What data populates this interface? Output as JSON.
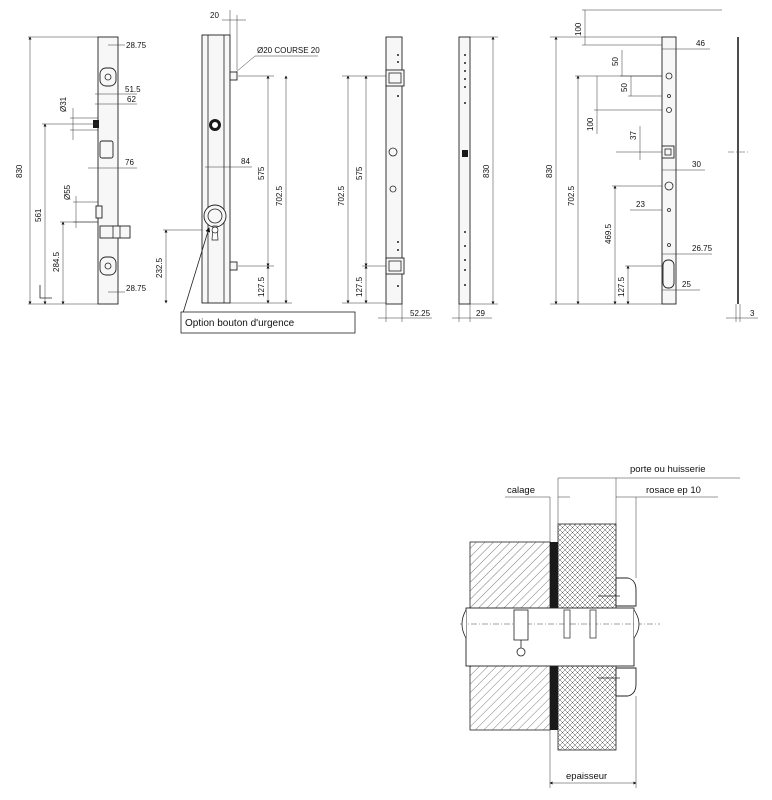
{
  "view1": {
    "height": "830",
    "d_2875_top": "28.75",
    "d_515": "51.5",
    "d_62": "62",
    "d_31": "Ø31",
    "d_76": "76",
    "d_55": "Ø55",
    "d_561": "561",
    "d_2845": "284.5",
    "d_2875_bot": "28.75"
  },
  "view2": {
    "d_20": "20",
    "d_course": "Ø20 COURSE 20",
    "d_84": "84",
    "d_575": "575",
    "d_7025": "702.5",
    "d_2325": "232.5",
    "d_1275": "127.5"
  },
  "view3": {
    "d_7025": "702.5",
    "d_575": "575",
    "d_1275": "127.5",
    "d_5225": "52.25"
  },
  "view4": {
    "d_830": "830",
    "d_29": "29"
  },
  "view5": {
    "d_830": "830",
    "d_100_top": "100",
    "d_46": "46",
    "d_50_a": "50",
    "d_50_b": "50",
    "d_100_mid": "100",
    "d_37": "37",
    "d_30": "30",
    "d_7025": "702.5",
    "d_23": "23",
    "d_4695": "469.5",
    "d_2675": "26.75",
    "d_1275": "127.5",
    "d_25": "25"
  },
  "view6": {
    "d_3": "3"
  },
  "callout": {
    "text": "Option bouton d'urgence"
  },
  "section": {
    "porte": "porte ou huisserie",
    "calage": "calage",
    "rosace": "rosace ep 10",
    "epaisseur": "epaisseur"
  }
}
